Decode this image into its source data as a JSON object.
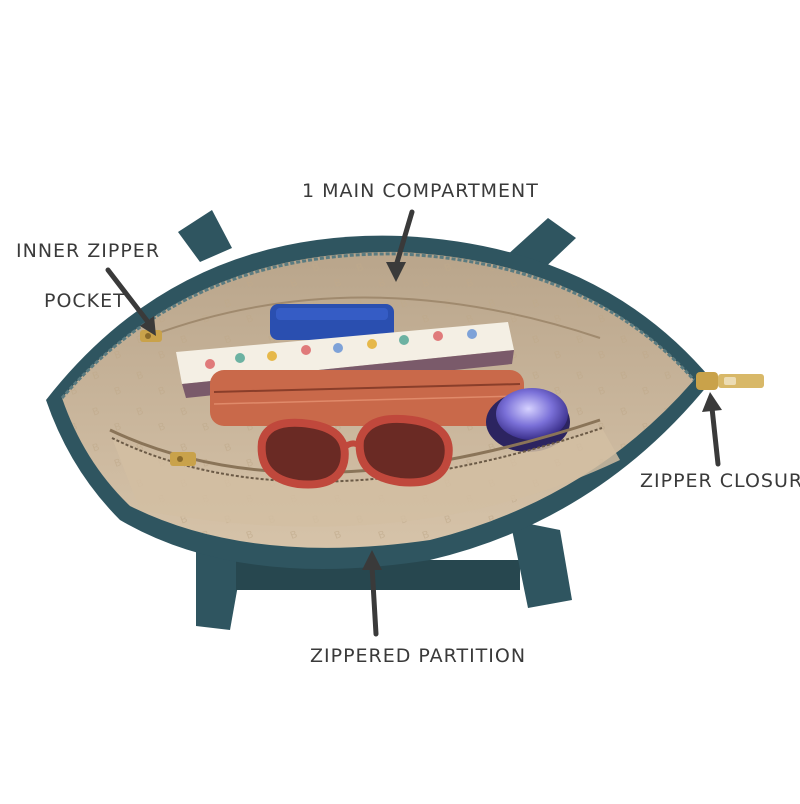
{
  "annotations": {
    "main_compartment": "1 MAIN COMPARTMENT",
    "inner_zipper_pocket_line1": "INNER ZIPPER",
    "inner_zipper_pocket_line2": "POCKET",
    "zipper_closure": "ZIPPER CLOSURE",
    "zippered_partition": "ZIPPERED PARTITION"
  },
  "colors": {
    "bag_exterior": "#2f5560",
    "lining": "#c9b59c",
    "wallet": "#c9694a",
    "sunglasses": "#c0483c",
    "phone": "#2a4fb0",
    "jar_lid": "#7a70d8",
    "zipper_gold": "#c9a24a",
    "arrow": "#3a3a3a"
  }
}
